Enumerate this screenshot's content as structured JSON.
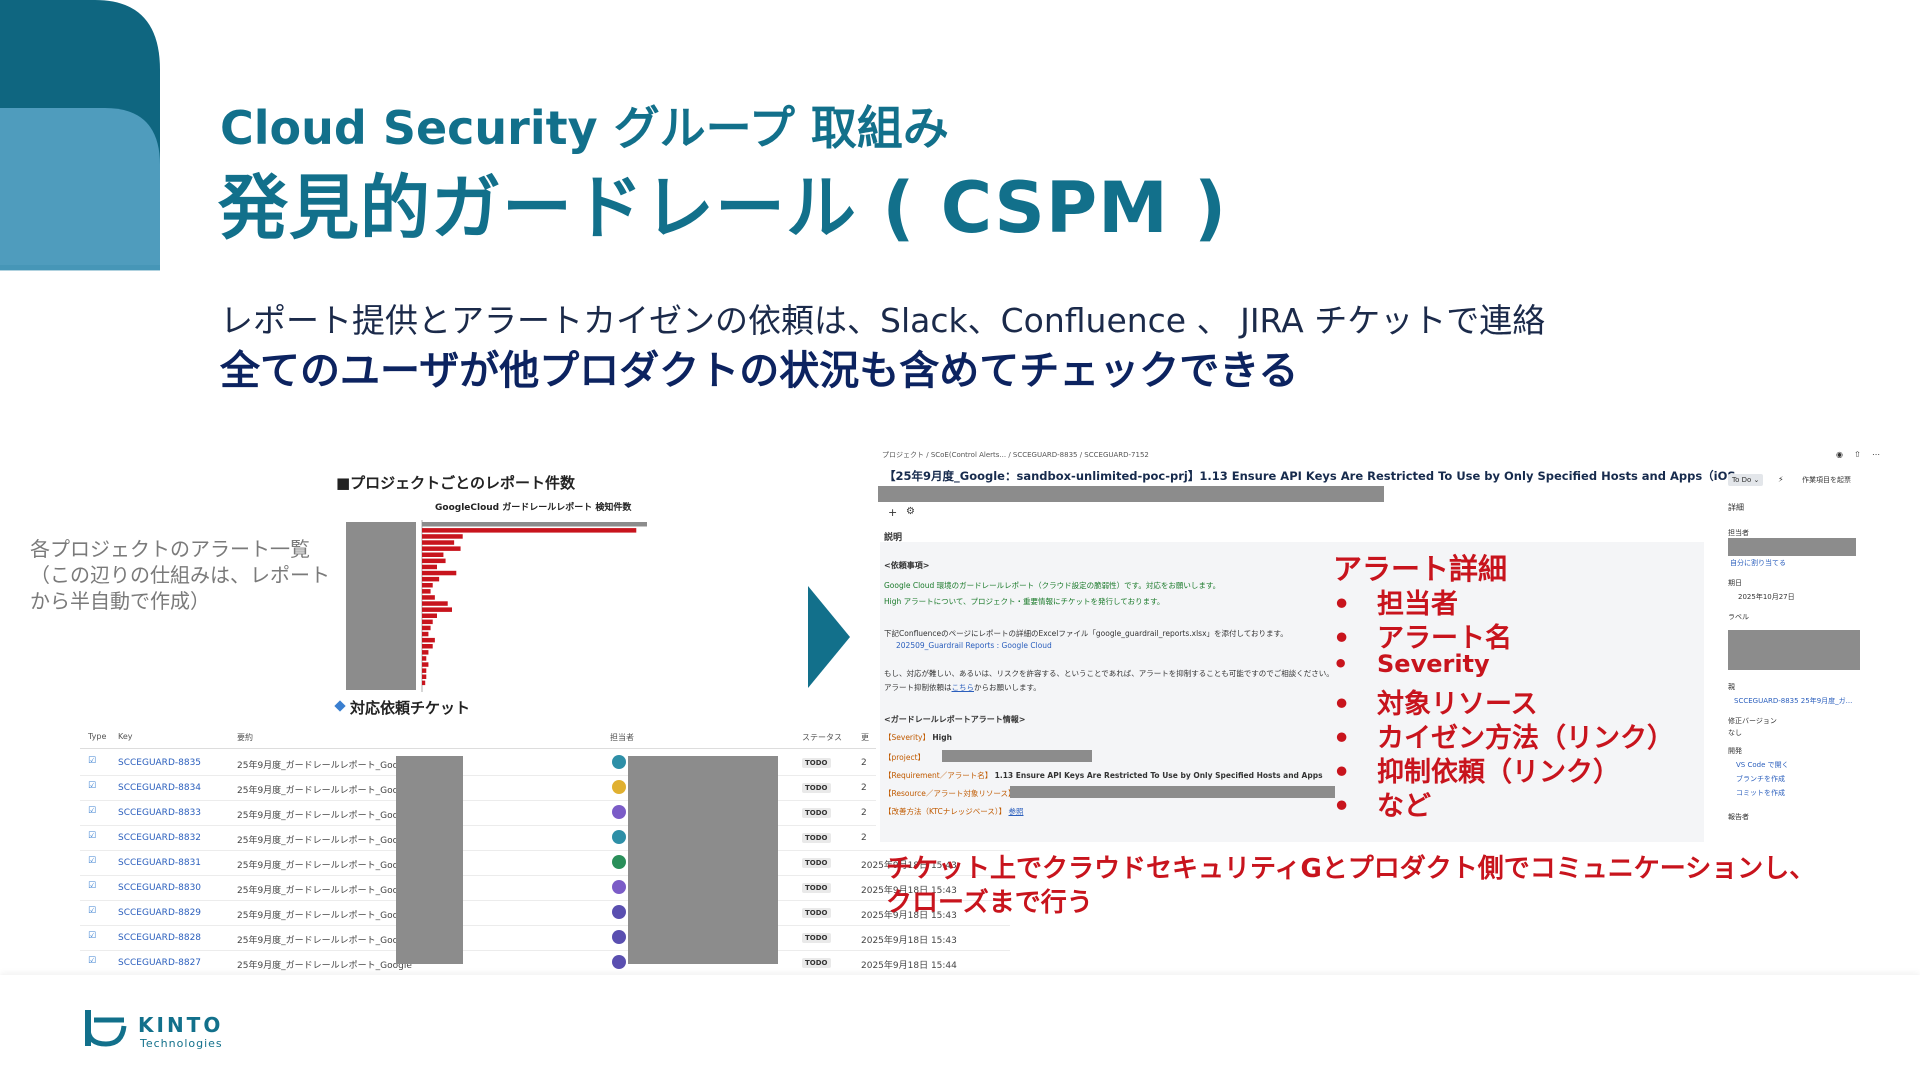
{
  "header": {
    "subtitle": "Cloud Security グループ 取組み",
    "title": "発見的ガードレール ( CSPM )"
  },
  "lead": {
    "line1": "レポート提供とアラートカイゼンの依頼は、Slack、Confluence 、 JIRA チケットで連絡",
    "line2": "全てのユーザが他プロダクトの状況も含めてチェックできる"
  },
  "side_note": "各プロジェクトのアラート一覧（この辺りの仕組みは、レポートから半自動で作成）",
  "report_panel": {
    "heading": "■プロジェクトごとのレポート件数",
    "chart_title": "GoogleCloud ガードレールレポート 検知件数"
  },
  "chart_data": {
    "type": "bar",
    "title": "GoogleCloud ガードレールレポート 検知件数",
    "categories": [
      "",
      "",
      "",
      "",
      "",
      "",
      "",
      "",
      "",
      "",
      "",
      "",
      "",
      "",
      "",
      "",
      "",
      "",
      "",
      "",
      "",
      "",
      "",
      "",
      "",
      "",
      ""
    ],
    "values": [
      210,
      200,
      38,
      30,
      36,
      20,
      22,
      14,
      32,
      16,
      10,
      8,
      12,
      24,
      28,
      14,
      10,
      8,
      6,
      12,
      10,
      6,
      4,
      6,
      4,
      4,
      3
    ],
    "colors": {
      "bar": "#c8141d",
      "top_bar": "#8c8c8c"
    }
  },
  "ticket_panel": {
    "heading": "対応依頼チケット",
    "columns": [
      "Type",
      "Key",
      "要約",
      "",
      "",
      "担当者",
      "",
      "ステータス",
      "更"
    ],
    "rows": [
      {
        "key": "SCCEGUARD-8835",
        "summary": "25年9月度_ガードレールレポート_Google",
        "status": "TODO",
        "updated": "2",
        "avatar": "#2e8fa7"
      },
      {
        "key": "SCCEGUARD-8834",
        "summary": "25年9月度_ガードレールレポート_Google",
        "status": "TODO",
        "updated": "2",
        "avatar": "#e0b030"
      },
      {
        "key": "SCCEGUARD-8833",
        "summary": "25年9月度_ガードレールレポート_Google",
        "status": "TODO",
        "updated": "2",
        "avatar": "#7b5cc7"
      },
      {
        "key": "SCCEGUARD-8832",
        "summary": "25年9月度_ガードレールレポート_Google",
        "status": "TODO",
        "updated": "2",
        "avatar": "#2e8fa7"
      },
      {
        "key": "SCCEGUARD-8831",
        "summary": "25年9月度_ガードレールレポート_Google",
        "status": "TODO",
        "updated": "2025年9月18日 15:43",
        "avatar": "#2a8f5a"
      },
      {
        "key": "SCCEGUARD-8830",
        "summary": "25年9月度_ガードレールレポート_Google",
        "status": "TODO",
        "updated": "2025年9月18日 15:43",
        "avatar": "#7b5cc7"
      },
      {
        "key": "SCCEGUARD-8829",
        "summary": "25年9月度_ガードレールレポート_Google",
        "status": "TODO",
        "updated": "2025年9月18日 15:43",
        "avatar": "#5a4fb0"
      },
      {
        "key": "SCCEGUARD-8828",
        "summary": "25年9月度_ガードレールレポート_Google",
        "status": "TODO",
        "updated": "2025年9月18日 15:43",
        "avatar": "#5a4fb0"
      },
      {
        "key": "SCCEGUARD-8827",
        "summary": "25年9月度_ガードレールレポート_Google",
        "status": "TODO",
        "updated": "2025年9月18日 15:44",
        "avatar": "#5a4fb0"
      }
    ]
  },
  "jira_panel": {
    "breadcrumb": [
      "プロジェクト",
      "SCoE(Control Alerts...",
      "SCCEGUARD-8835",
      "SCCEGUARD-7152"
    ],
    "issue_title": "【25年9月度_Google：sandbox-unlimited-poc-prj】1.13 Ensure API Keys Are Restricted To Use by Only Specified Hosts and Apps（iOS",
    "description_label": "説明",
    "request_heading": "<依頼事項>",
    "request_line1": "Google Cloud 環境のガードレールレポート（クラウド設定の脆弱性）です。対応をお願いします。",
    "request_line2": "High アラートについて、プロジェクト・重要情報にチケットを発行しております。",
    "request_line3": "下記Confluenceのページにレポートの詳細のExcelファイル「google_guardrail_reports.xlsx」を添付しております。",
    "link1": "202509_Guardrail Reports : Google Cloud",
    "request_line4": "もし、対応が難しい、あるいは、リスクを許容する、ということであれば、アラートを抑制することも可能ですのでご相談ください。",
    "request_line5": "アラート抑制依頼は",
    "request_link": "こちら",
    "request_line5b": "からお願いします。",
    "alert_heading": "<ガードレールレポートアラート情報>",
    "severity_label": "【Severity】",
    "severity_value": "High",
    "project_label": "【project】",
    "requirement_label": "【Requirement／アラート名】",
    "requirement_value": "1.13 Ensure API Keys Are Restricted To Use by Only Specified Hosts and Apps",
    "resource_label": "【Resource／アラート対象リソース】",
    "fix_label": "【改善方法（KTCナレッジベース）】",
    "fix_link": "参照",
    "side_status": "To Do",
    "side_button": "作業項目を起票",
    "side_detail": "詳細",
    "side_assignee": "担当者",
    "side_assign_me": "自分に割り当てる",
    "side_due": "期日",
    "side_due_value": "2025年10月27日",
    "side_label": "ラベル",
    "side_parent": "親",
    "side_parent_value": "SCCEGUARD-8835 25年9月度_ガ...",
    "side_fix_version": "修正バージョン",
    "side_fix_version_value": "なし",
    "side_dev": "開発",
    "side_dev_1": "VS Code で開く",
    "side_dev_2": "ブランチを作成",
    "side_dev_3": "コミットを作成",
    "side_reporter": "報告者"
  },
  "alert_detail": {
    "heading": "アラート詳細",
    "bullet": "•",
    "items": [
      "担当者",
      "アラート名",
      "Severity",
      "対象リソース",
      "カイゼン方法（リンク）",
      "抑制依頼（リンク）",
      "など"
    ]
  },
  "ticket_note": {
    "line1": "チケット上でクラウドセキュリティGとプロダクト側でコミュニケーションし、",
    "line2": "クローズまで行う"
  },
  "footer": {
    "logo_main": "KINTO",
    "logo_sub": "Technologies"
  },
  "colors": {
    "brand_teal": "#12708b",
    "corner_dark": "#0f6680",
    "corner_light": "#4f9cbd",
    "alert_red": "#c8141d",
    "navy": "#0c2360"
  }
}
